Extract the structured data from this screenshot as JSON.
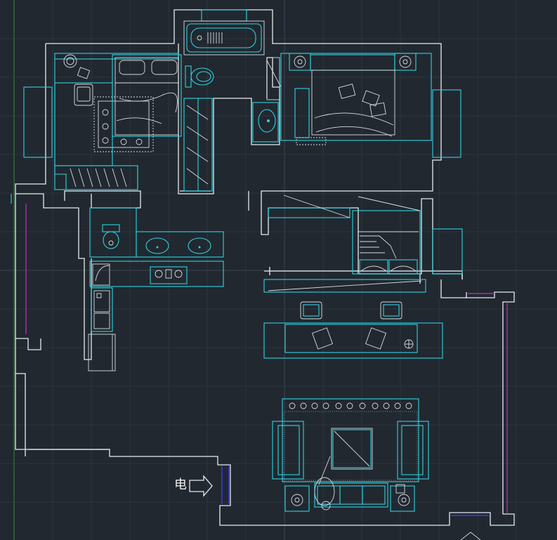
{
  "drawing": {
    "power_label": "电",
    "colors": {
      "background": "#212830",
      "wall": "#e8ecef",
      "furniture": "#2fd4e0",
      "glass": "#c02fc0",
      "door": "#3a3cf0",
      "axis": "#2f8a2f"
    },
    "icons": [
      "bathtub",
      "toilet",
      "double-bed",
      "washbasin",
      "sofa",
      "armchair",
      "coffee-table",
      "stove",
      "fridge",
      "desk-chair",
      "arrow-right"
    ]
  }
}
